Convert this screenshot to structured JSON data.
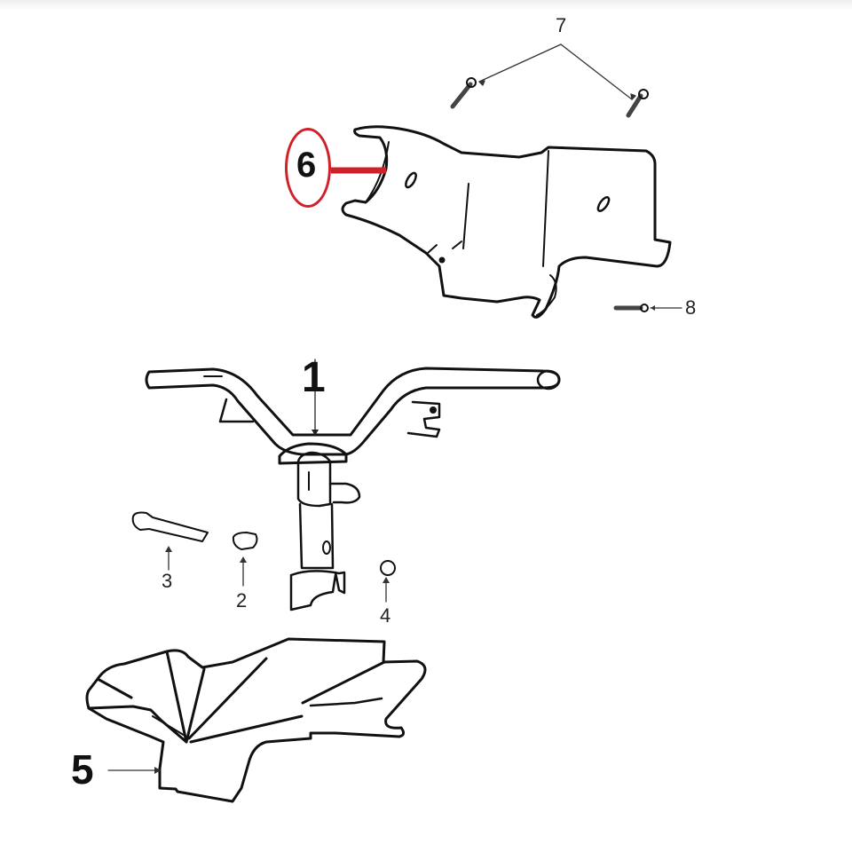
{
  "diagram": {
    "type": "exploded parts diagram",
    "subject": "scooter handlebar assembly with covers",
    "highlight_color": "#d0202a",
    "highlighted_part": "6",
    "parts": [
      {
        "id": "1",
        "label": "1",
        "name": "handlebar with steering stem",
        "label_style": "large"
      },
      {
        "id": "2",
        "label": "2",
        "name": "bushing / spacer",
        "label_style": "small"
      },
      {
        "id": "3",
        "label": "3",
        "name": "clamp bolt",
        "label_style": "small"
      },
      {
        "id": "4",
        "label": "4",
        "name": "nut",
        "label_style": "small"
      },
      {
        "id": "5",
        "label": "5",
        "name": "lower handlebar cover",
        "label_style": "large"
      },
      {
        "id": "6",
        "label": "6",
        "name": "upper handlebar cover",
        "label_style": "large-highlighted"
      },
      {
        "id": "7",
        "label": "7",
        "name": "screws (x2)",
        "label_style": "small"
      },
      {
        "id": "8",
        "label": "8",
        "name": "screw",
        "label_style": "small"
      }
    ]
  }
}
